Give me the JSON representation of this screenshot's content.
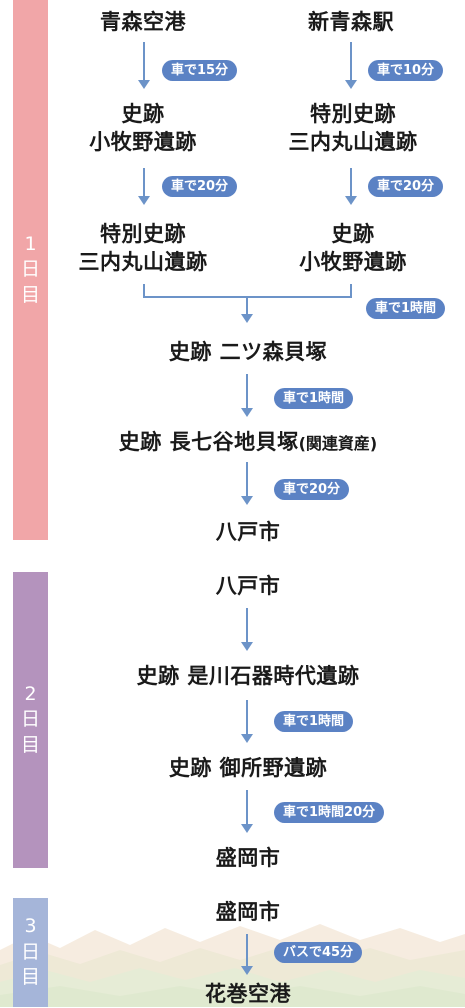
{
  "days": [
    {
      "chars": [
        "1",
        "日",
        "目"
      ],
      "color": "#f1a6a8"
    },
    {
      "chars": [
        "2",
        "日",
        "目"
      ],
      "color": "#b493bd"
    },
    {
      "chars": [
        "3",
        "日",
        "目"
      ],
      "color": "#a5b5d9"
    }
  ],
  "day1": {
    "left_start": "青森空港",
    "right_start": "新青森駅",
    "left_time1": "車で15分",
    "right_time1": "車で10分",
    "left_second": [
      "史跡",
      "小牧野遺跡"
    ],
    "right_second": [
      "特別史跡",
      "三内丸山遺跡"
    ],
    "left_time2": "車で20分",
    "right_time2": "車で20分",
    "left_third": [
      "特別史跡",
      "三内丸山遺跡"
    ],
    "right_third": [
      "史跡",
      "小牧野遺跡"
    ],
    "merge_time": "車で1時間",
    "futatsumori": "史跡 二ツ森貝塚",
    "time_to_nagashichiyachi": "車で1時間",
    "nagashichiyachi": "史跡 長七谷地貝塚",
    "nagashichiyachi_note": "(関連資産)",
    "time_to_hachinohe": "車で20分",
    "end": "八戸市"
  },
  "day2": {
    "start": "八戸市",
    "korekawa": "史跡 是川石器時代遺跡",
    "time_to_goshono": "車で1時間",
    "goshono": "史跡 御所野遺跡",
    "time_to_morioka": "車で1時間20分",
    "end": "盛岡市"
  },
  "day3": {
    "start": "盛岡市",
    "time_to_hanamaki": "バスで45分",
    "end": "花巻空港"
  }
}
